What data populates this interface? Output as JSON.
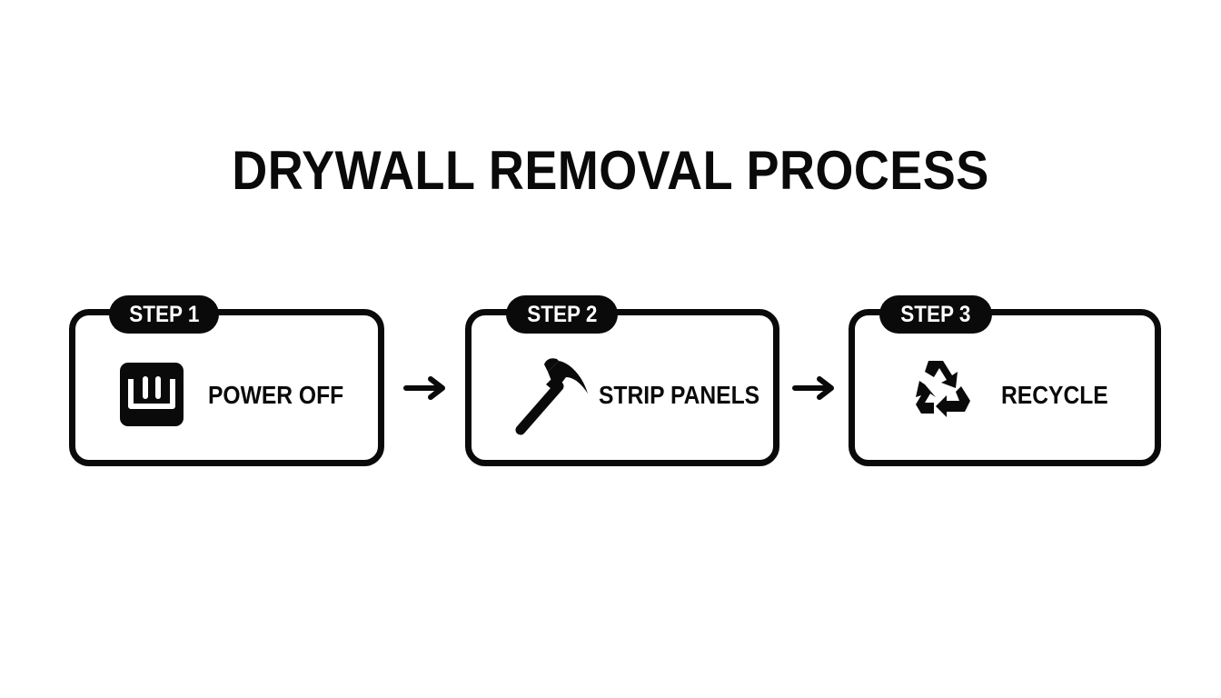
{
  "title": "DRYWALL REMOVAL PROCESS",
  "colors": {
    "ink": "#0a0a0a",
    "background": "#ffffff"
  },
  "steps": [
    {
      "badge": "STEP 1",
      "label": "POWER OFF",
      "icon": "power-outlet-icon"
    },
    {
      "badge": "STEP 2",
      "label": "STRIP PANELS",
      "icon": "hammer-icon"
    },
    {
      "badge": "STEP 3",
      "label": "RECYCLE",
      "icon": "recycle-icon"
    }
  ],
  "connectors": [
    {
      "icon": "arrow-right-icon"
    },
    {
      "icon": "arrow-right-icon"
    }
  ]
}
